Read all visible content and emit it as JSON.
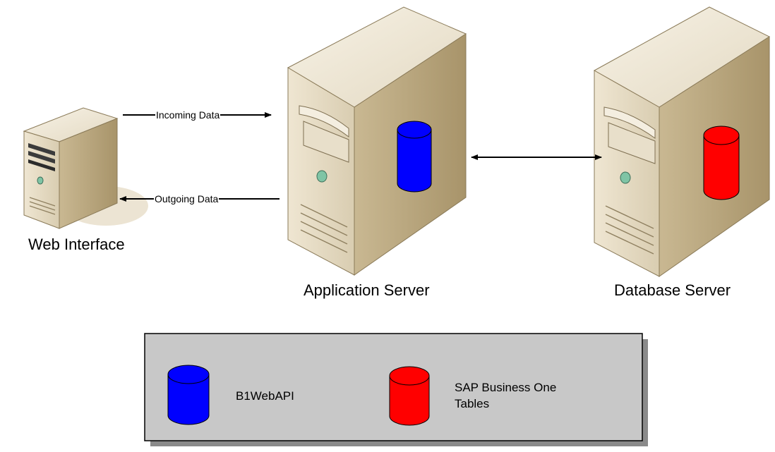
{
  "nodes": {
    "web_interface": {
      "label": "Web Interface"
    },
    "application_server": {
      "label": "Application Server"
    },
    "database_server": {
      "label": "Database Server"
    }
  },
  "edges": {
    "incoming": {
      "label": "Incoming Data"
    },
    "outgoing": {
      "label": "Outgoing Data"
    }
  },
  "legend": {
    "items": [
      {
        "label": "B1WebAPI",
        "color": "#0000ff"
      },
      {
        "label": "SAP Business One Tables",
        "color": "#ff0000"
      }
    ],
    "background": "#c8c8c8"
  },
  "colors": {
    "server_front": "#e6dcc6",
    "server_side": "#b8a57c",
    "server_top": "#efe8d8",
    "power_led": "#7fc4a5",
    "arrow": "#000000"
  }
}
